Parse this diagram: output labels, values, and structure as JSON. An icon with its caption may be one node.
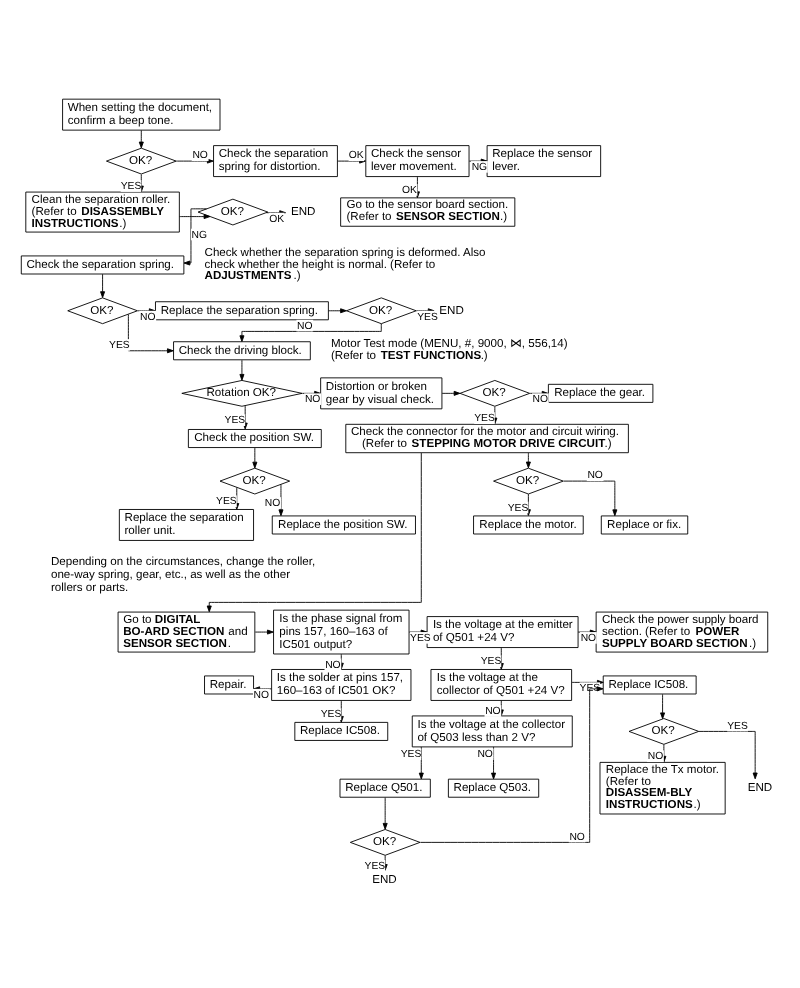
{
  "diagram": {
    "nodes": [
      {
        "text": [
          "When setting the document, confirm a beep tone."
        ]
      },
      {
        "text": [
          "OK?"
        ]
      },
      {
        "text": [
          "Check the separation spring for distortion."
        ]
      },
      {
        "text": [
          "Check the sensor lever movement."
        ]
      },
      {
        "text": [
          "Replace the sensor lever."
        ]
      },
      {
        "text": [
          "Go to the sensor board section. (Refer to **SENSOR SECTION**.)"
        ]
      },
      {
        "text": [
          "Clean the separation roller. (Refer to **DISASSEMBLY INSTRUCTIONS**.)"
        ]
      },
      {
        "text": [
          "OK?"
        ]
      },
      {
        "text": [
          "END"
        ]
      },
      {
        "text": [
          "Check the separation spring."
        ],
        "beside": [
          "Check whether the separation spring is deformed. Also check whether the height is normal. (Refer to **ADJUSTMENTS**.)"
        ]
      },
      {
        "text": [
          "OK?"
        ]
      },
      {
        "text": [
          "Replace the separation spring."
        ]
      },
      {
        "text": [
          "OK?"
        ]
      },
      {
        "text": [
          "END"
        ]
      },
      {
        "text": [
          "Check the driving block."
        ],
        "beside": [
          "Motor Test mode (MENU, #, 9000, ⋈, 556,14) (Refer to **TEST FUNCTIONS**.)"
        ]
      },
      {
        "text": [
          "Rotation OK?"
        ]
      },
      {
        "text": [
          "Distortion or broken gear by visual check."
        ]
      },
      {
        "text": [
          "OK?"
        ]
      },
      {
        "text": [
          "Replace the gear."
        ]
      },
      {
        "text": [
          "Check the position SW."
        ]
      },
      {
        "text": [
          "Check the connector for the motor and circuit wiring. (Refer to **STEPPING MOTOR DRIVE CIRCUIT**.)"
        ]
      },
      {
        "text": [
          "OK?"
        ]
      },
      {
        "text": [
          "Replace the position SW."
        ]
      },
      {
        "text": [
          "OK?"
        ]
      },
      {
        "text": [
          "Replace or fix."
        ]
      },
      {
        "text": [
          "Replace the separation roller unit."
        ],
        "beside": [
          "Depending on the circumstances, change the roller, one-way spring, gear, etc., as well as the other rollers or parts."
        ]
      },
      {
        "text": [
          "Replace the motor."
        ]
      },
      {
        "text": [
          "Go to **DIGITAL BO-ARD SECTION** and **SENSOR SECTION**."
        ]
      },
      {
        "text": [
          "Is the phase signal from pins 157, 160–163 of IC501 output?"
        ]
      },
      {
        "text": [
          "Is the voltage at the emitter of Q501 +24 V?"
        ]
      },
      {
        "text": [
          "Check the power supply board section. (Refer to **POWER SUPPLY BOARD SECTION**.)"
        ]
      },
      {
        "text": [
          "Repair."
        ]
      },
      {
        "text": [
          "Is the solder at pins 157, 160–163 of IC501 OK?"
        ]
      },
      {
        "text": [
          "Is the voltage at the collector of Q501 +24 V?"
        ]
      },
      {
        "text": [
          "Replace IC508."
        ]
      },
      {
        "text": [
          "Replace IC508."
        ]
      },
      {
        "text": [
          "Is the voltage at the collector of Q503 less than 2 V?"
        ]
      },
      {
        "text": [
          "OK?"
        ]
      },
      {
        "text": [
          "END"
        ]
      },
      {
        "text": [
          "Replace the Tx motor. (Refer to **DISASSEM-BLY INSTRUCTIONS**.)"
        ]
      },
      {
        "text": [
          "Replace Q503."
        ]
      },
      {
        "text": [
          "Replace Q501."
        ]
      },
      {
        "text": [
          "OK?"
        ]
      },
      {
        "text": [
          "END"
        ]
      }
    ],
    "edges": [
      {
        "from": 0,
        "to": 1,
        "arrow": "to"
      },
      {
        "from": 1,
        "to": 2,
        "arrow": "to",
        "label": "NO"
      },
      {
        "from": 1,
        "to": 6,
        "arrow": "to",
        "label": "YES"
      },
      {
        "from": 2,
        "to": 3,
        "arrow": "to",
        "label": "OK"
      },
      {
        "from": 3,
        "to": 4,
        "arrow": "to",
        "label": "NG"
      },
      {
        "from": 3,
        "to": 5,
        "arrow": "to",
        "label": "OK"
      },
      {
        "from": 6,
        "to": 7,
        "arrow": "to"
      },
      {
        "from": 7,
        "to": 8,
        "arrow": "to",
        "label": "OK"
      },
      {
        "from": 7,
        "to": 9,
        "arrow": "to",
        "label": "NG"
      },
      {
        "from": 9,
        "to": 10,
        "arrow": "to"
      },
      {
        "from": 10,
        "to": 11,
        "arrow": "to",
        "label": "NO"
      },
      {
        "from": 10,
        "to": 14,
        "arrow": "to",
        "label": "YES"
      },
      {
        "from": 11,
        "to": 12,
        "arrow": "to"
      },
      {
        "from": 12,
        "to": 13,
        "arrow": "to",
        "label": "YES"
      },
      {
        "from": 12,
        "to": 14,
        "arrow": "to",
        "label": "NO"
      },
      {
        "from": 14,
        "to": 15,
        "arrow": "to"
      },
      {
        "from": 15,
        "to": 16,
        "arrow": "to",
        "label": "NO"
      },
      {
        "from": 15,
        "to": 19,
        "arrow": "to",
        "label": "YES"
      },
      {
        "from": 16,
        "to": 17,
        "arrow": "to"
      },
      {
        "from": 17,
        "to": 18,
        "arrow": "to",
        "label": "NO"
      },
      {
        "from": 17,
        "to": 20,
        "arrow": "to",
        "label": "YES"
      },
      {
        "from": 19,
        "to": 21,
        "arrow": "to"
      },
      {
        "from": 21,
        "to": 22,
        "arrow": "to",
        "label": "NO"
      },
      {
        "from": 21,
        "to": 25,
        "arrow": "to",
        "label": "YES"
      },
      {
        "from": 20,
        "to": 23,
        "arrow": "to"
      },
      {
        "from": 23,
        "to": 26,
        "arrow": "to",
        "label": "YES"
      },
      {
        "from": 23,
        "to": 24,
        "arrow": "to",
        "label": "NO"
      },
      {
        "from": 20,
        "to": 27,
        "arrow": "to"
      },
      {
        "from": 27,
        "to": 28,
        "arrow": "to"
      },
      {
        "from": 28,
        "to": 29,
        "arrow": "to",
        "label": "YES"
      },
      {
        "from": 28,
        "to": 32,
        "arrow": "to",
        "label": "NO"
      },
      {
        "from": 29,
        "to": 30,
        "arrow": "to",
        "label": "NO"
      },
      {
        "from": 29,
        "to": 33,
        "arrow": "to",
        "label": "YES"
      },
      {
        "from": 32,
        "to": 31,
        "arrow": "to",
        "label": "NO"
      },
      {
        "from": 32,
        "to": 35,
        "arrow": "to",
        "label": "YES"
      },
      {
        "from": 33,
        "to": 34,
        "arrow": "to",
        "label": "YES"
      },
      {
        "from": 33,
        "to": 36,
        "arrow": "to",
        "label": "NO"
      },
      {
        "from": 34,
        "to": 37,
        "arrow": "to"
      },
      {
        "from": 37,
        "to": 38,
        "arrow": "to",
        "label": "YES"
      },
      {
        "from": 37,
        "to": 39,
        "arrow": "to",
        "label": "NO"
      },
      {
        "from": 36,
        "to": 41,
        "arrow": "to",
        "label": "YES"
      },
      {
        "from": 36,
        "to": 40,
        "arrow": "to",
        "label": "NO"
      },
      {
        "from": 41,
        "to": 42,
        "arrow": "to"
      },
      {
        "from": 42,
        "to": 43,
        "arrow": "to",
        "label": "YES"
      },
      {
        "from": 42,
        "to": 34,
        "arrow": "to",
        "label": "NO"
      }
    ]
  }
}
